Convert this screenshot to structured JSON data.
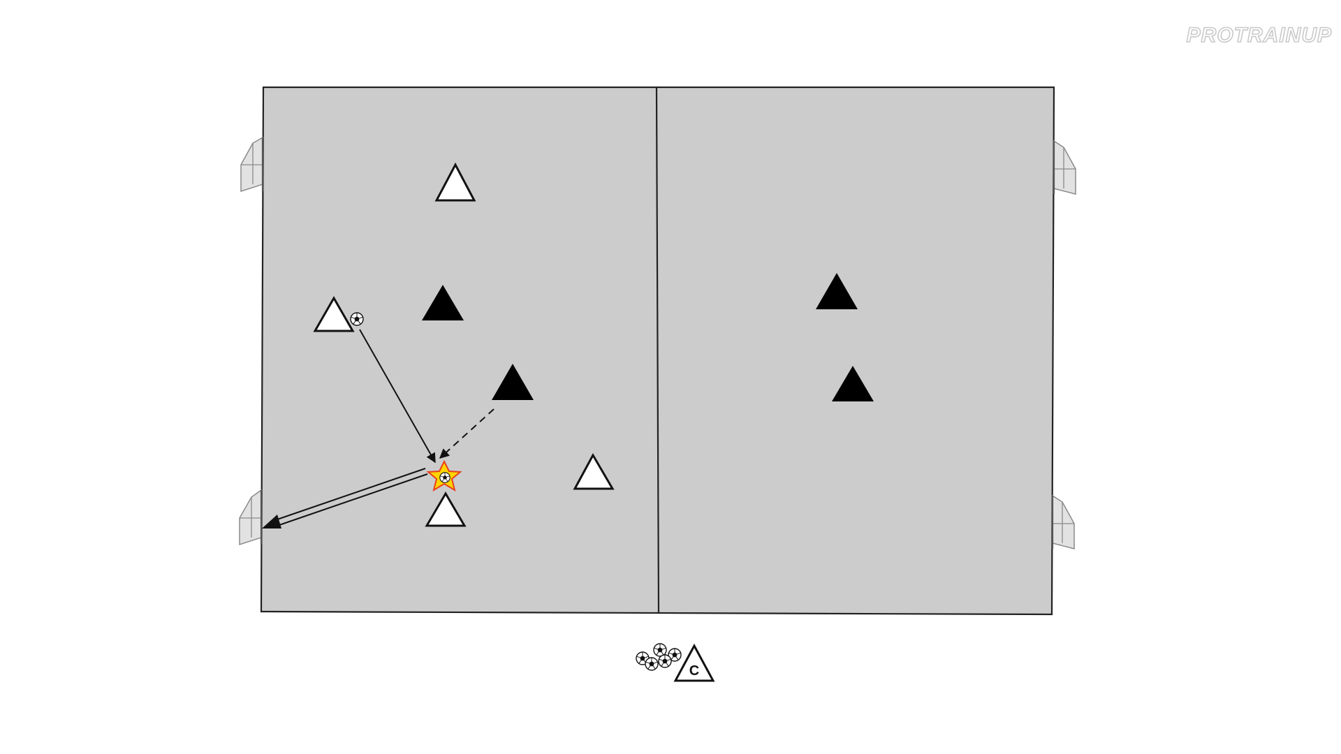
{
  "brand": {
    "logo_text": "PROTRAINUP"
  },
  "colors": {
    "pitch": "#cccccc",
    "line": "#222222",
    "team_white": "#ffffff",
    "team_black": "#000000",
    "highlight_star": "#ffd400",
    "highlight_star_border": "#e8401c",
    "goal": "#d6d6d6"
  },
  "pitch": {
    "halves": 2,
    "goals": [
      "left-top-goal",
      "left-bottom-goal",
      "right-top-goal",
      "right-bottom-goal"
    ]
  },
  "players": {
    "white_team_count": 4,
    "black_team_count": 4
  },
  "coach": {
    "label": "C"
  },
  "equipment": {
    "ball_pile_count": 5
  },
  "actions": {
    "pass": "solid-arrow",
    "run": "dashed-arrow",
    "shot": "double-line-arrow"
  }
}
